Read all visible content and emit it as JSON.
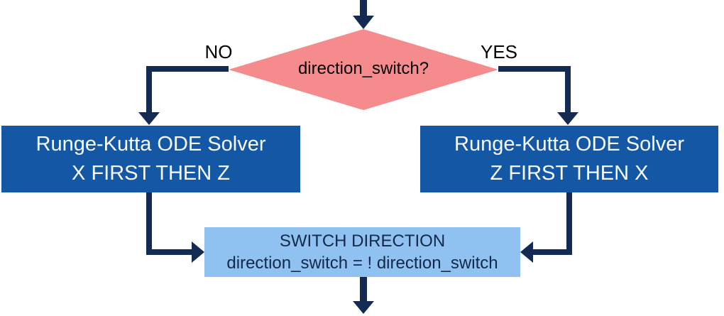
{
  "diagram": {
    "decision": {
      "label": "direction_switch?"
    },
    "branch_no": {
      "label": "NO"
    },
    "branch_yes": {
      "label": "YES"
    },
    "box_left": {
      "line1": "Runge-Kutta ODE Solver",
      "line2": "X FIRST THEN Z"
    },
    "box_right": {
      "line1": "Runge-Kutta ODE Solver",
      "line2": "Z FIRST THEN X"
    },
    "box_switch": {
      "line1": "SWITCH DIRECTION",
      "line2": "direction_switch = ! direction_switch"
    },
    "colors": {
      "diamond_fill": "#F68B8D",
      "process_box_fill": "#1458A5",
      "switch_box_fill": "#8FC2F0",
      "arrow": "#132A52",
      "process_text": "#F8FBFF",
      "label_text": "#000000",
      "switch_text": "#14284B"
    }
  }
}
